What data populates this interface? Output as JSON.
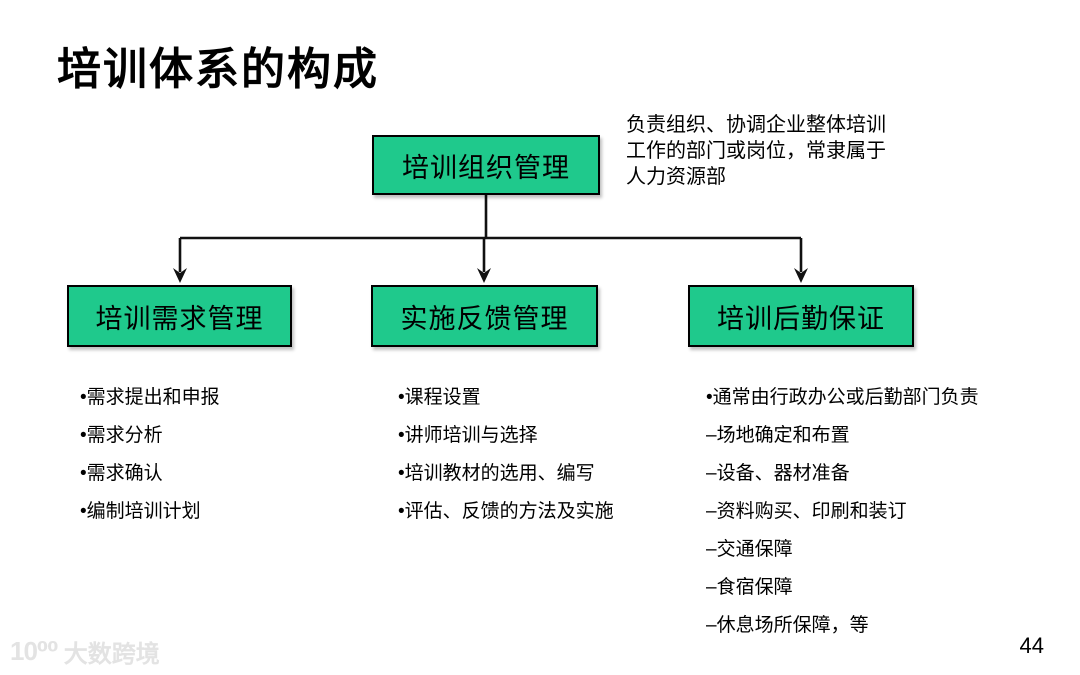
{
  "page": {
    "title": "培训体系的构成",
    "page_number": "44"
  },
  "diagram": {
    "root_box": {
      "label": "培训组织管理"
    },
    "root_note": "负责组织、协调企业整体培训\n工作的部门或岗位，常隶属于\n人力资源部",
    "branches": [
      {
        "box_label": "培训需求管理",
        "items": [
          "•需求提出和申报",
          "•需求分析",
          "•需求确认",
          "•编制培训计划"
        ]
      },
      {
        "box_label": "实施反馈管理",
        "items": [
          "•课程设置",
          "•讲师培训与选择",
          "•培训教材的选用、编写",
          "•评估、反馈的方法及实施"
        ]
      },
      {
        "box_label": "培训后勤保证",
        "items": [
          "•通常由行政办公或后勤部门负责",
          "–场地确定和布置",
          "–设备、器材准备",
          "–资料购买、印刷和装订",
          "–交通保障",
          "–食宿保障",
          "–休息场所保障，等"
        ]
      }
    ],
    "colors": {
      "box_fill": "#1fc98c",
      "box_border": "#000000",
      "line": "#111111"
    }
  },
  "watermark": {
    "logo": "10⁰⁰",
    "text": "大数跨境"
  }
}
